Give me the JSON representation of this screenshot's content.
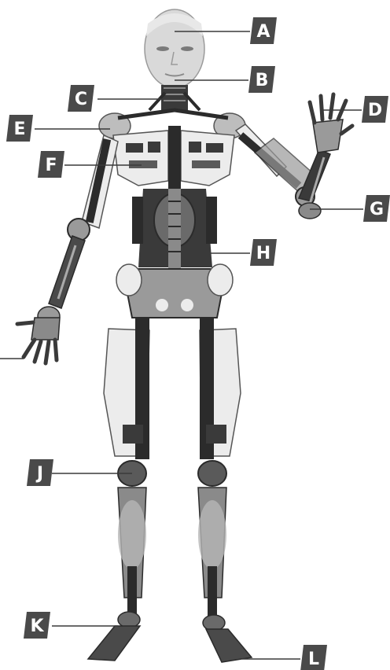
{
  "labels": [
    "A",
    "B",
    "C",
    "D",
    "E",
    "F",
    "G",
    "H",
    "J",
    "K",
    "L"
  ],
  "colors": {
    "tag_fill": "#4a4a4a",
    "tag_text": "#ffffff",
    "leader": "#3a3a3a",
    "shell": "#ececec",
    "frame": "#2b2b2b",
    "metal": "#8a8a8a",
    "head": "#d6d6d6"
  }
}
